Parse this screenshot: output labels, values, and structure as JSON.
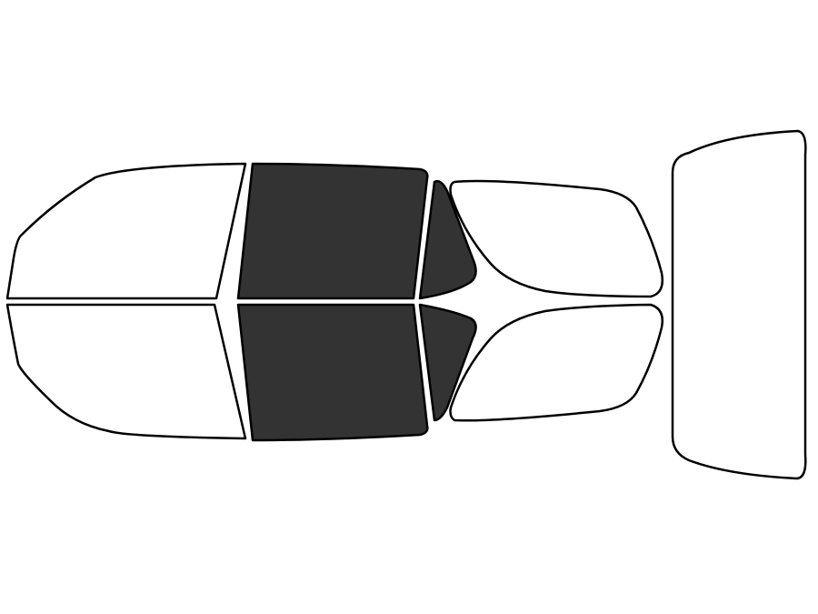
{
  "colors": {
    "tinted": "#333333",
    "clear": "#ffffff",
    "outline": "#000000",
    "background": "#ffffff"
  },
  "windows": [
    {
      "id": "front-windshield",
      "tinted": false
    },
    {
      "id": "front-left-door-window",
      "tinted": true
    },
    {
      "id": "front-right-door-window",
      "tinted": true
    },
    {
      "id": "rear-left-door-window",
      "tinted": false
    },
    {
      "id": "rear-right-door-window",
      "tinted": false
    },
    {
      "id": "rear-left-quarter-window",
      "tinted": true
    },
    {
      "id": "rear-right-quarter-window",
      "tinted": true
    },
    {
      "id": "cargo-left-side-window",
      "tinted": false
    },
    {
      "id": "cargo-right-side-window",
      "tinted": false
    },
    {
      "id": "rear-windshield",
      "tinted": false
    }
  ]
}
